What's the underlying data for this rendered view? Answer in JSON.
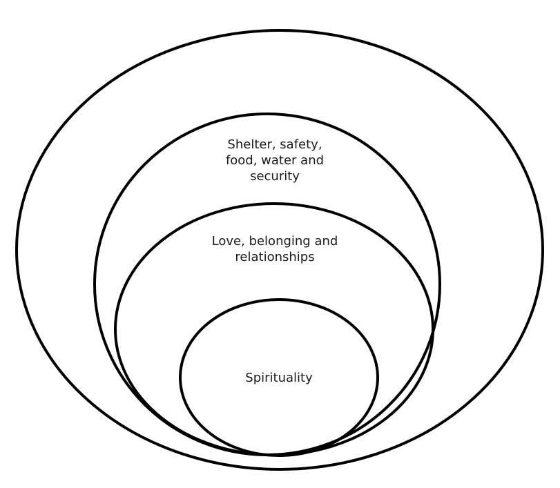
{
  "diagram": {
    "type": "nested-ellipses",
    "stroke_color": "#000000",
    "background": "#ffffff",
    "layers": [
      {
        "name": "outer",
        "label_lines": []
      },
      {
        "name": "basic-needs",
        "label_lines": [
          "Shelter, safety,",
          "food, water and",
          "security"
        ]
      },
      {
        "name": "love-belonging",
        "label_lines": [
          "Love, belonging and",
          "relationships"
        ]
      },
      {
        "name": "spirituality",
        "label_lines": [
          "Spirituality"
        ]
      }
    ]
  }
}
